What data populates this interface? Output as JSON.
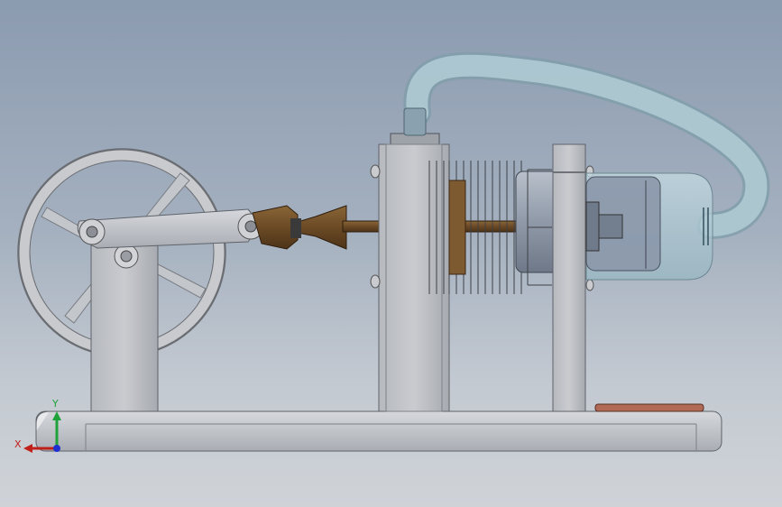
{
  "viewport": {
    "background_top": "#8b9bb0",
    "background_bottom": "#cfd3d8"
  },
  "model": {
    "parts": [
      "base-plate",
      "flywheel",
      "flywheel-support",
      "crank-arm",
      "connecting-rod",
      "clevis-joint",
      "piston-rod",
      "cylinder-support",
      "cooling-fins",
      "displacer-cylinder",
      "cylinder-end-support",
      "glass-heat-chamber",
      "air-hose",
      "burner-pad"
    ],
    "colors": {
      "metal": "#c0c3c8",
      "metal_dark": "#9a9ea5",
      "bronze": "#6b4a25",
      "glass": "#b7d0da",
      "hose": "#a9c6d0",
      "burner": "#b06a55"
    }
  },
  "triad": {
    "x_label": "X",
    "y_label": "Y",
    "x_color": "#c0201a",
    "y_color": "#1fa23a",
    "z_color": "#1f2fd0"
  }
}
